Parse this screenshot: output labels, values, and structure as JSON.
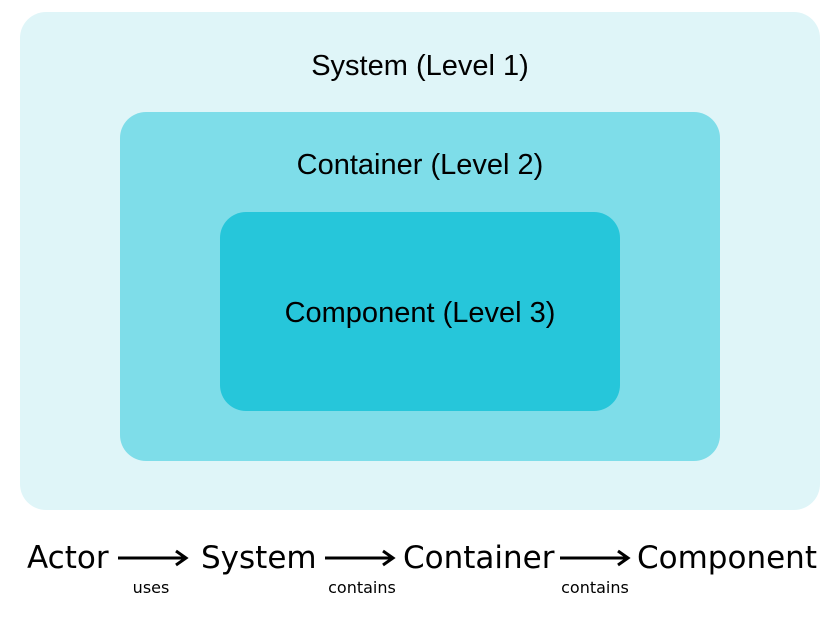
{
  "diagram": {
    "levels": {
      "system": {
        "label": "System (Level 1)",
        "fill": "#dff5f8"
      },
      "container": {
        "label": "Container (Level 2)",
        "fill": "#7edde9"
      },
      "component": {
        "label": "Component (Level 3)",
        "fill": "#26c6da"
      }
    },
    "flow": {
      "terms": [
        "Actor",
        "System",
        "Container",
        "Component"
      ],
      "relations": [
        "uses",
        "contains",
        "contains"
      ]
    }
  }
}
